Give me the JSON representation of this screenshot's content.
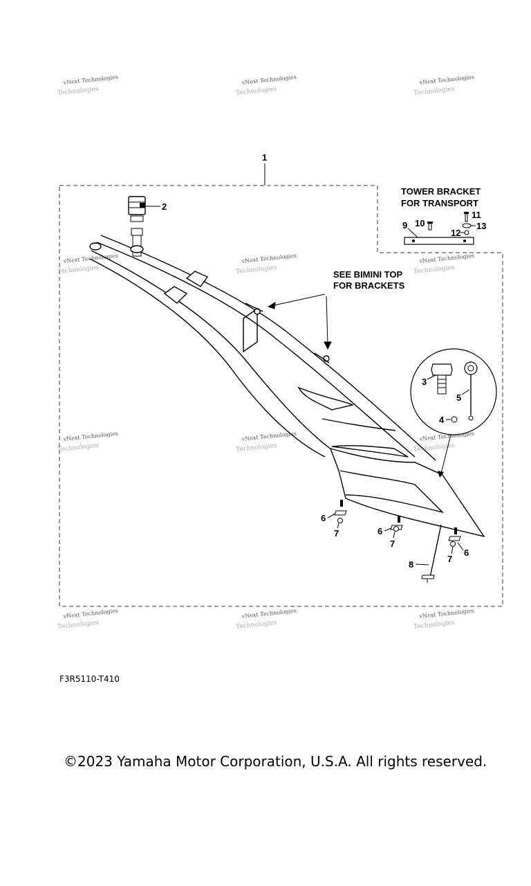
{
  "watermark": {
    "line1": "vNext Technologies",
    "line2": "Technologies"
  },
  "diagram": {
    "callouts": {
      "c1": "1",
      "c2": "2",
      "c3": "3",
      "c4": "4",
      "c5": "5",
      "c6a": "6",
      "c6b": "6",
      "c6c": "6",
      "c7a": "7",
      "c7b": "7",
      "c7c": "7",
      "c8": "8",
      "c9": "9",
      "c10": "10",
      "c11": "11",
      "c12": "12",
      "c13": "13"
    },
    "tower_bracket_line1": "TOWER BRACKET",
    "tower_bracket_line2": "FOR TRANSPORT",
    "bimini_note_line1": "SEE BIMINI TOP",
    "bimini_note_line2": "FOR BRACKETS"
  },
  "figure_code": "F3R5110-T410",
  "copyright": "©2023 Yamaha Motor Corporation, U.S.A. All rights reserved."
}
